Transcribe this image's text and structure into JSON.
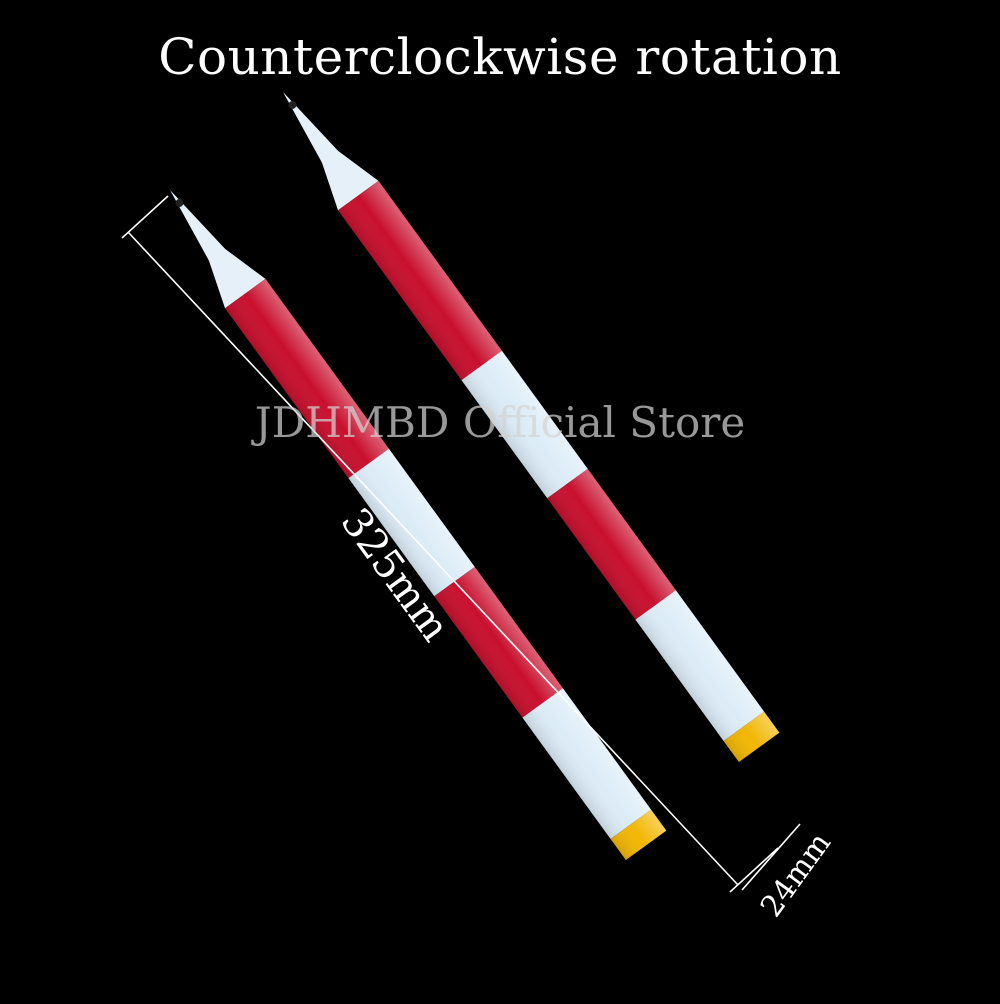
{
  "title": "Counterclockwise rotation",
  "watermark": "JDHMBD Official Store",
  "dimensions": {
    "length": "325mm",
    "width": "24mm"
  },
  "colors": {
    "background": "#000000",
    "blade_white": "#dcecf7",
    "blade_red": "#c8102e",
    "blade_tip": "#f2b705",
    "text": "#ffffff"
  }
}
